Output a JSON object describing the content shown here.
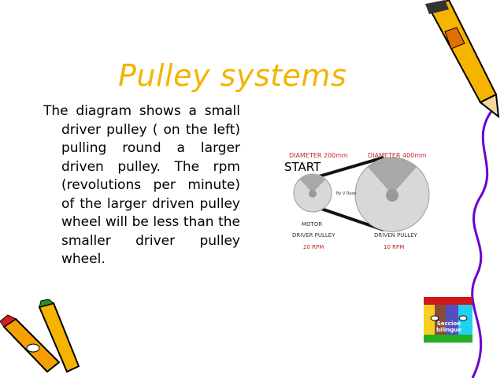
{
  "slide": {
    "title": "Pulley systems",
    "body": "The diagram shows a small driver pulley ( on the left) pulling round a larger driven pulley. The rpm (revolutions per minute) of the larger driven pulley wheel will be less than the smaller driver pulley wheel."
  },
  "diagram": {
    "left_diameter": "DIAMETER 200mm",
    "right_diameter": "DIAMETER 400mm",
    "start": "START",
    "credit": "By V Ryan",
    "motor": "MOTOR",
    "driver_label": "DRIVER PULLEY",
    "driver_rpm": "20 RPM",
    "driven_label": "DRIVEN PULLEY",
    "driven_rpm": "10 RPM"
  },
  "logo": {
    "text": "Seccion bilingue"
  },
  "colors": {
    "title": "#f2b400",
    "red_label": "#c0282b"
  }
}
